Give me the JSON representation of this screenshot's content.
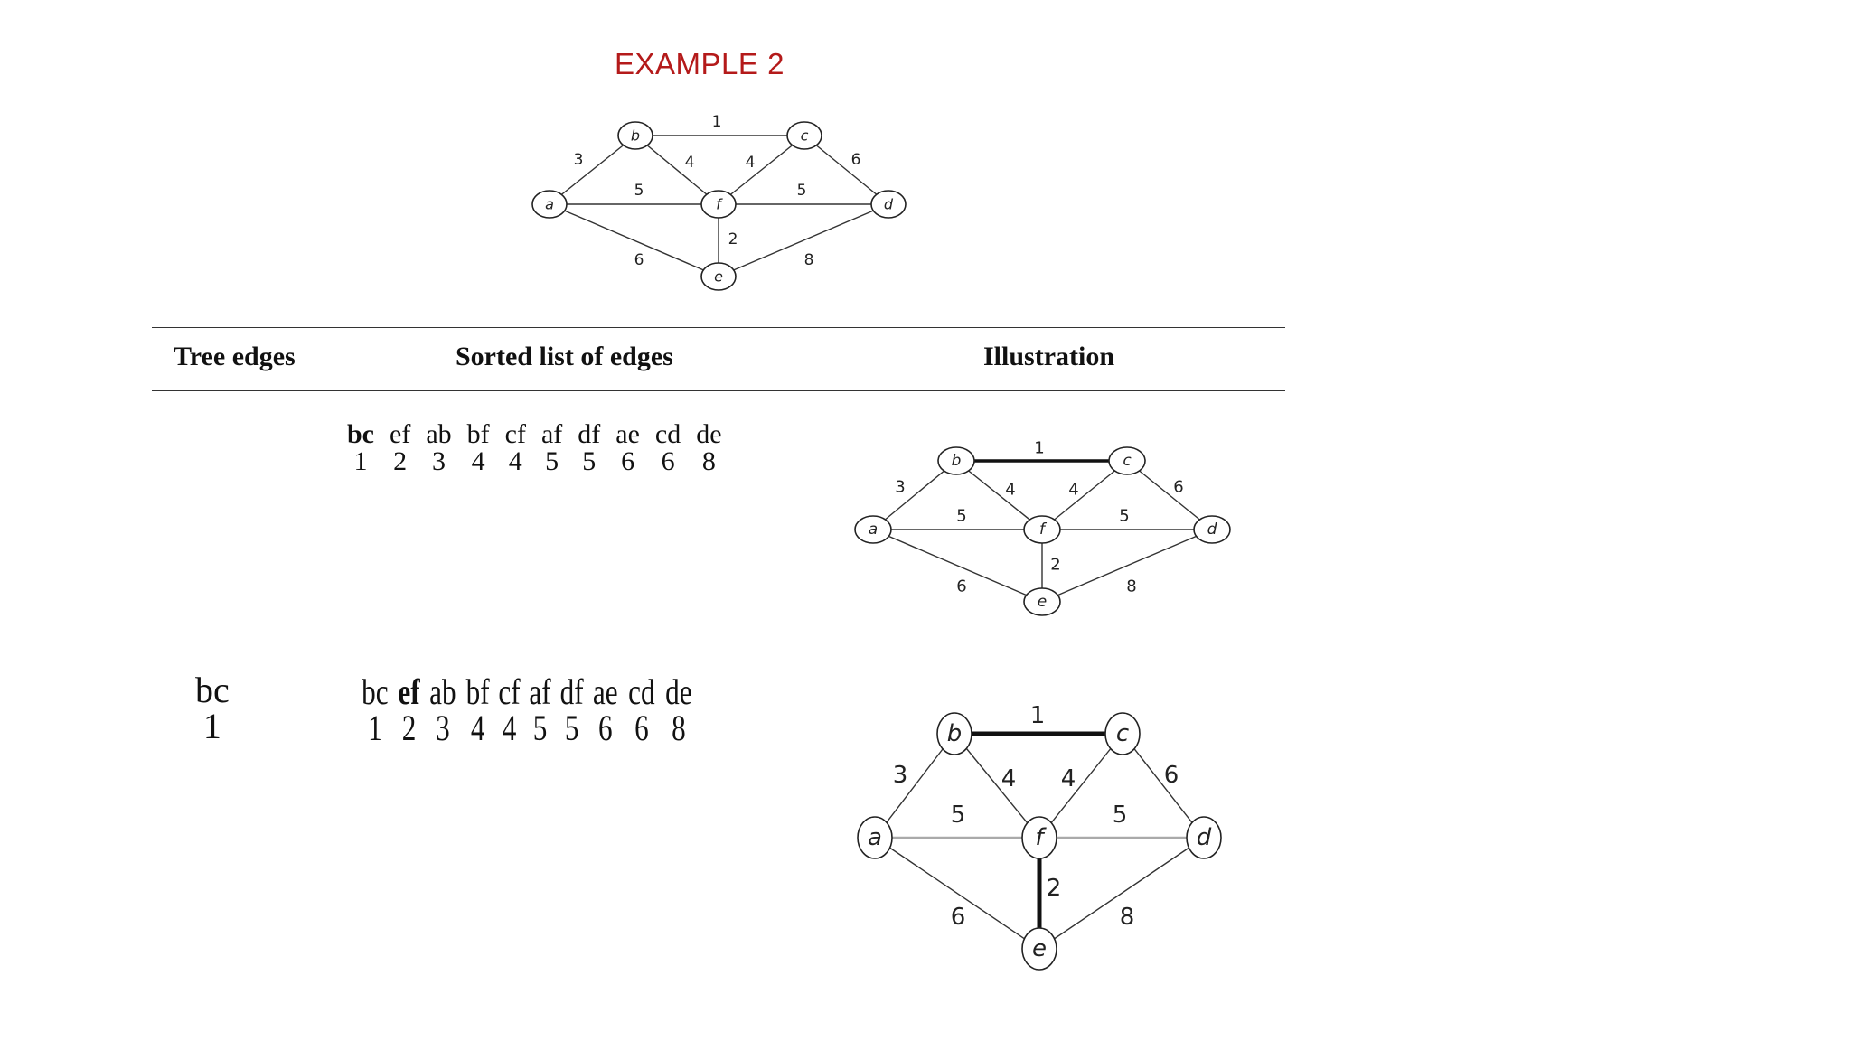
{
  "title": "EXAMPLE 2",
  "table": {
    "headers": [
      "Tree edges",
      "Sorted list of edges",
      "Illustration"
    ],
    "rows": [
      {
        "tree_edges": [],
        "sorted_edges": [
          {
            "edge": "bc",
            "weight": "1",
            "bold": true
          },
          {
            "edge": "ef",
            "weight": "2",
            "bold": false
          },
          {
            "edge": "ab",
            "weight": "3",
            "bold": false
          },
          {
            "edge": "bf",
            "weight": "4",
            "bold": false
          },
          {
            "edge": "cf",
            "weight": "4",
            "bold": false
          },
          {
            "edge": "af",
            "weight": "5",
            "bold": false
          },
          {
            "edge": "df",
            "weight": "5",
            "bold": false
          },
          {
            "edge": "ae",
            "weight": "6",
            "bold": false
          },
          {
            "edge": "cd",
            "weight": "6",
            "bold": false
          },
          {
            "edge": "de",
            "weight": "8",
            "bold": false
          }
        ]
      },
      {
        "tree_edges": [
          {
            "edge": "bc",
            "weight": "1"
          }
        ],
        "sorted_edges": [
          {
            "edge": "bc",
            "weight": "1",
            "bold": false
          },
          {
            "edge": "ef",
            "weight": "2",
            "bold": true
          },
          {
            "edge": "ab",
            "weight": "3",
            "bold": false
          },
          {
            "edge": "bf",
            "weight": "4",
            "bold": false
          },
          {
            "edge": "cf",
            "weight": "4",
            "bold": false
          },
          {
            "edge": "af",
            "weight": "5",
            "bold": false
          },
          {
            "edge": "df",
            "weight": "5",
            "bold": false
          },
          {
            "edge": "ae",
            "weight": "6",
            "bold": false
          },
          {
            "edge": "cd",
            "weight": "6",
            "bold": false
          },
          {
            "edge": "de",
            "weight": "8",
            "bold": false
          }
        ]
      }
    ]
  },
  "graph": {
    "nodes": [
      "a",
      "b",
      "c",
      "d",
      "e",
      "f"
    ],
    "edges": [
      {
        "id": "bc",
        "from": "b",
        "to": "c",
        "weight": "1"
      },
      {
        "id": "ab",
        "from": "a",
        "to": "b",
        "weight": "3"
      },
      {
        "id": "bf",
        "from": "b",
        "to": "f",
        "weight": "4"
      },
      {
        "id": "cf",
        "from": "c",
        "to": "f",
        "weight": "4"
      },
      {
        "id": "cd",
        "from": "c",
        "to": "d",
        "weight": "6"
      },
      {
        "id": "af",
        "from": "a",
        "to": "f",
        "weight": "5"
      },
      {
        "id": "df",
        "from": "d",
        "to": "f",
        "weight": "5"
      },
      {
        "id": "ef",
        "from": "e",
        "to": "f",
        "weight": "2"
      },
      {
        "id": "ae",
        "from": "a",
        "to": "e",
        "weight": "6"
      },
      {
        "id": "de",
        "from": "d",
        "to": "e",
        "weight": "8"
      }
    ]
  },
  "illustrations": {
    "top": {
      "highlight": [],
      "gray": []
    },
    "row1": {
      "highlight": [
        "bc"
      ],
      "gray": []
    },
    "row2": {
      "highlight": [
        "bc",
        "ef"
      ],
      "gray": [
        "af",
        "df"
      ]
    }
  },
  "colors": {
    "title": "#b41a1a",
    "edge": "#333333",
    "highlight": "#111111",
    "gray": "#aaaaaa"
  }
}
